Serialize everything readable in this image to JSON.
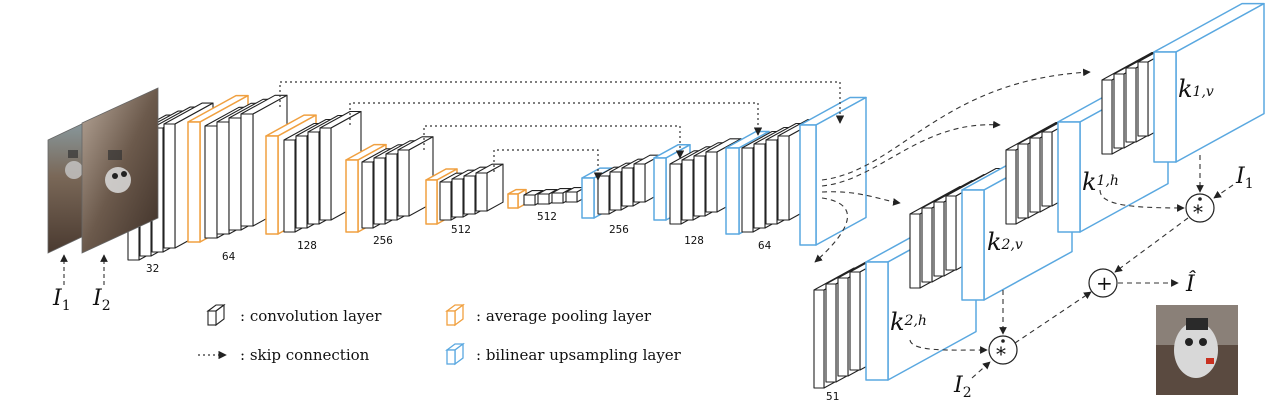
{
  "inputs": {
    "i1": "I",
    "i1_sub": "1",
    "i2": "I",
    "i2_sub": "2"
  },
  "channel_labels": [
    "32",
    "64",
    "128",
    "256",
    "512",
    "512",
    "256",
    "128",
    "64",
    "51"
  ],
  "kernels": [
    {
      "name": "k",
      "sub": "1,v"
    },
    {
      "name": "k",
      "sub": "1,h"
    },
    {
      "name": "k",
      "sub": "2,v"
    },
    {
      "name": "k",
      "sub": "2,h"
    }
  ],
  "operators": {
    "conv": "*",
    "sum": "+"
  },
  "output": {
    "symbol": "Î"
  },
  "legend": {
    "conv": ": convolution layer",
    "skip": ": skip connection",
    "pool": ": average pooling layer",
    "upsample": ": bilinear upsampling layer"
  },
  "colors": {
    "conv": "#222222",
    "pool": "#f0a040",
    "upsample": "#5aa8e0",
    "skip": "#333333"
  }
}
